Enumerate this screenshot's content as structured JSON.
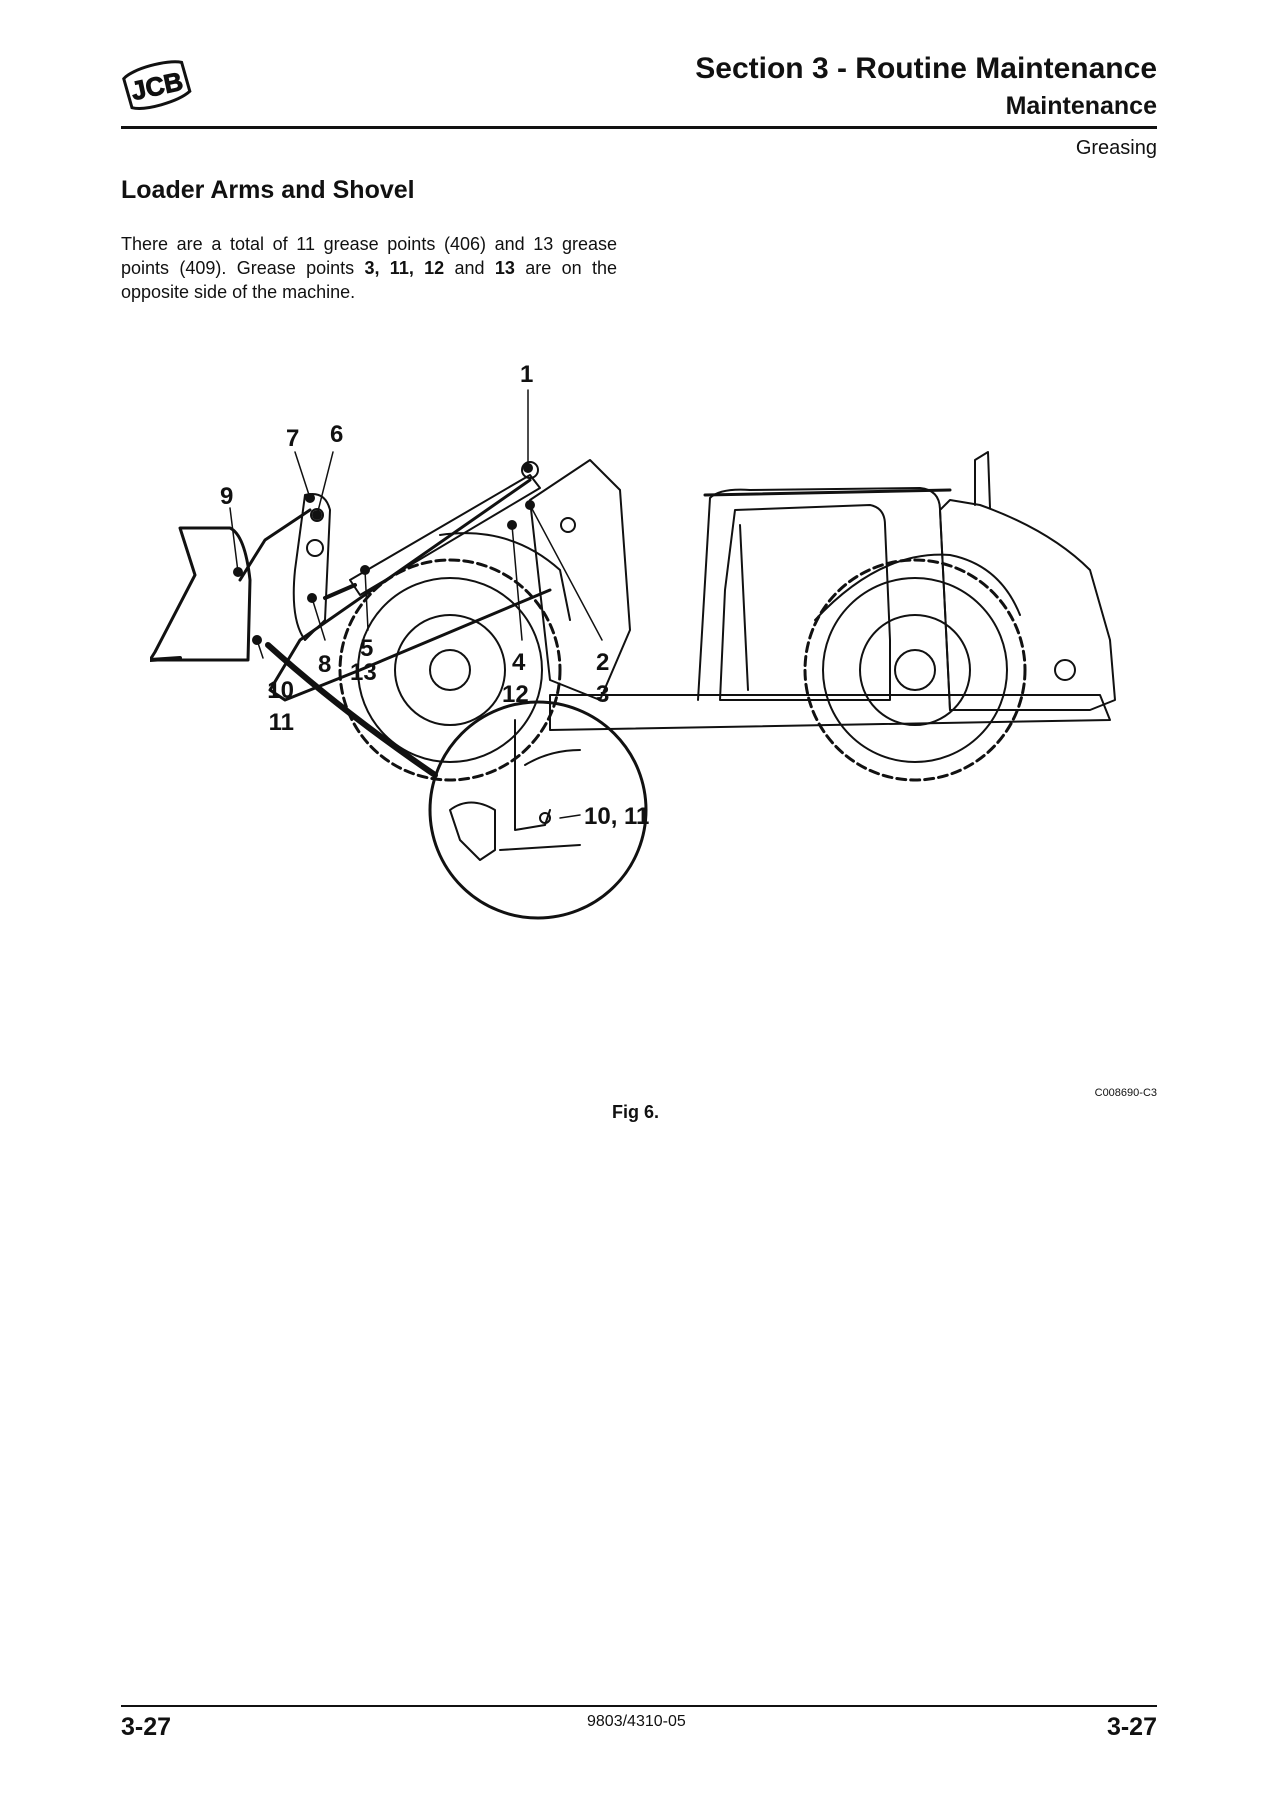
{
  "header": {
    "logo_text": "JCB",
    "section_title": "Section 3 - Routine Maintenance",
    "subsection": "Maintenance",
    "topic": "Greasing"
  },
  "content": {
    "heading": "Loader Arms and Shovel",
    "paragraph": {
      "t1": "There are a total of 11 grease points (406) and 13 grease points (409). Grease points ",
      "b1": "3, 11, 12",
      "t2": " and ",
      "b2": "13",
      "t3": " are on the opposite side of the machine."
    }
  },
  "figure": {
    "code": "C008690-C3",
    "caption": "Fig 6.",
    "callouts": {
      "c1": "1",
      "c2": "2",
      "c3": "3",
      "c4": "4",
      "c5": "5",
      "c6": "6",
      "c7": "7",
      "c8": "8",
      "c9": "9",
      "c10": "10",
      "c11": "11",
      "c12": "12",
      "c13": "13",
      "detail": "10, 11"
    }
  },
  "footer": {
    "page_left": "3-27",
    "doc_number": "9803/4310-05",
    "page_right": "3-27"
  }
}
